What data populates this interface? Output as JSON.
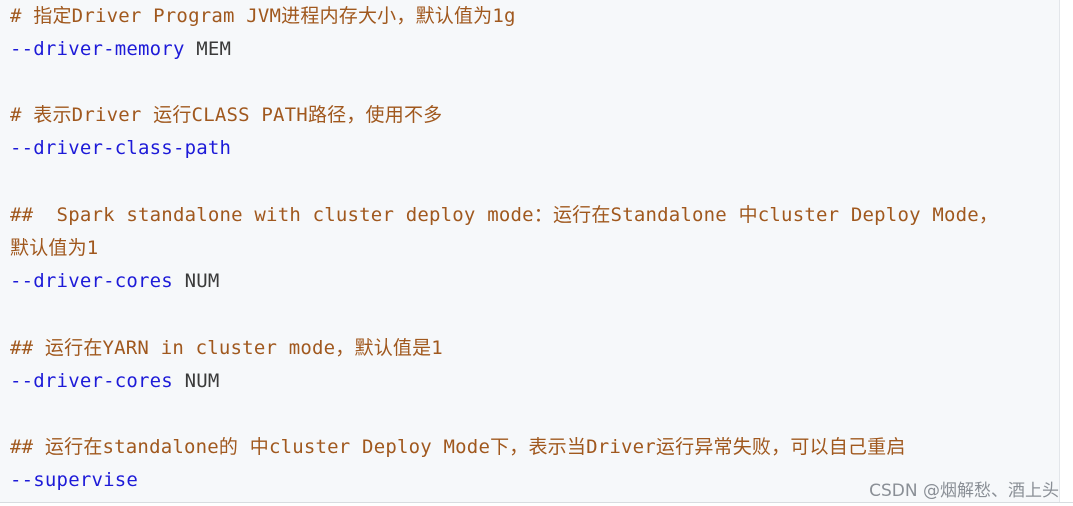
{
  "code": {
    "lines": [
      {
        "kind": "comment",
        "text": "# 指定Driver Program JVM进程内存大小，默认值为1g"
      },
      {
        "kind": "option",
        "option": "--driver-memory",
        "arg": " MEM"
      },
      {
        "kind": "comment",
        "text": "# 表示Driver 运行CLASS PATH路径，使用不多"
      },
      {
        "kind": "option",
        "option": "--driver-class-path",
        "arg": ""
      },
      {
        "kind": "comment",
        "text": "##  Spark standalone with cluster deploy mode：运行在Standalone 中cluster Deploy Mode，"
      },
      {
        "kind": "comment",
        "text": "默认值为1"
      },
      {
        "kind": "option",
        "option": "--driver-cores",
        "arg": " NUM"
      },
      {
        "kind": "comment",
        "text": "## 运行在YARN in cluster mode，默认值是1"
      },
      {
        "kind": "option",
        "option": "--driver-cores",
        "arg": " NUM"
      },
      {
        "kind": "comment",
        "text": "## 运行在standalone的 中cluster Deploy Mode下，表示当Driver运行异常失败，可以自己重启"
      },
      {
        "kind": "option",
        "option": "--supervise",
        "arg": ""
      }
    ]
  },
  "watermark": "CSDN @烟解愁、酒上头",
  "colors": {
    "comment": "#a0581e",
    "option": "#1d1ad8",
    "argument": "#3a3a3a",
    "background": "#f6f8fa"
  }
}
